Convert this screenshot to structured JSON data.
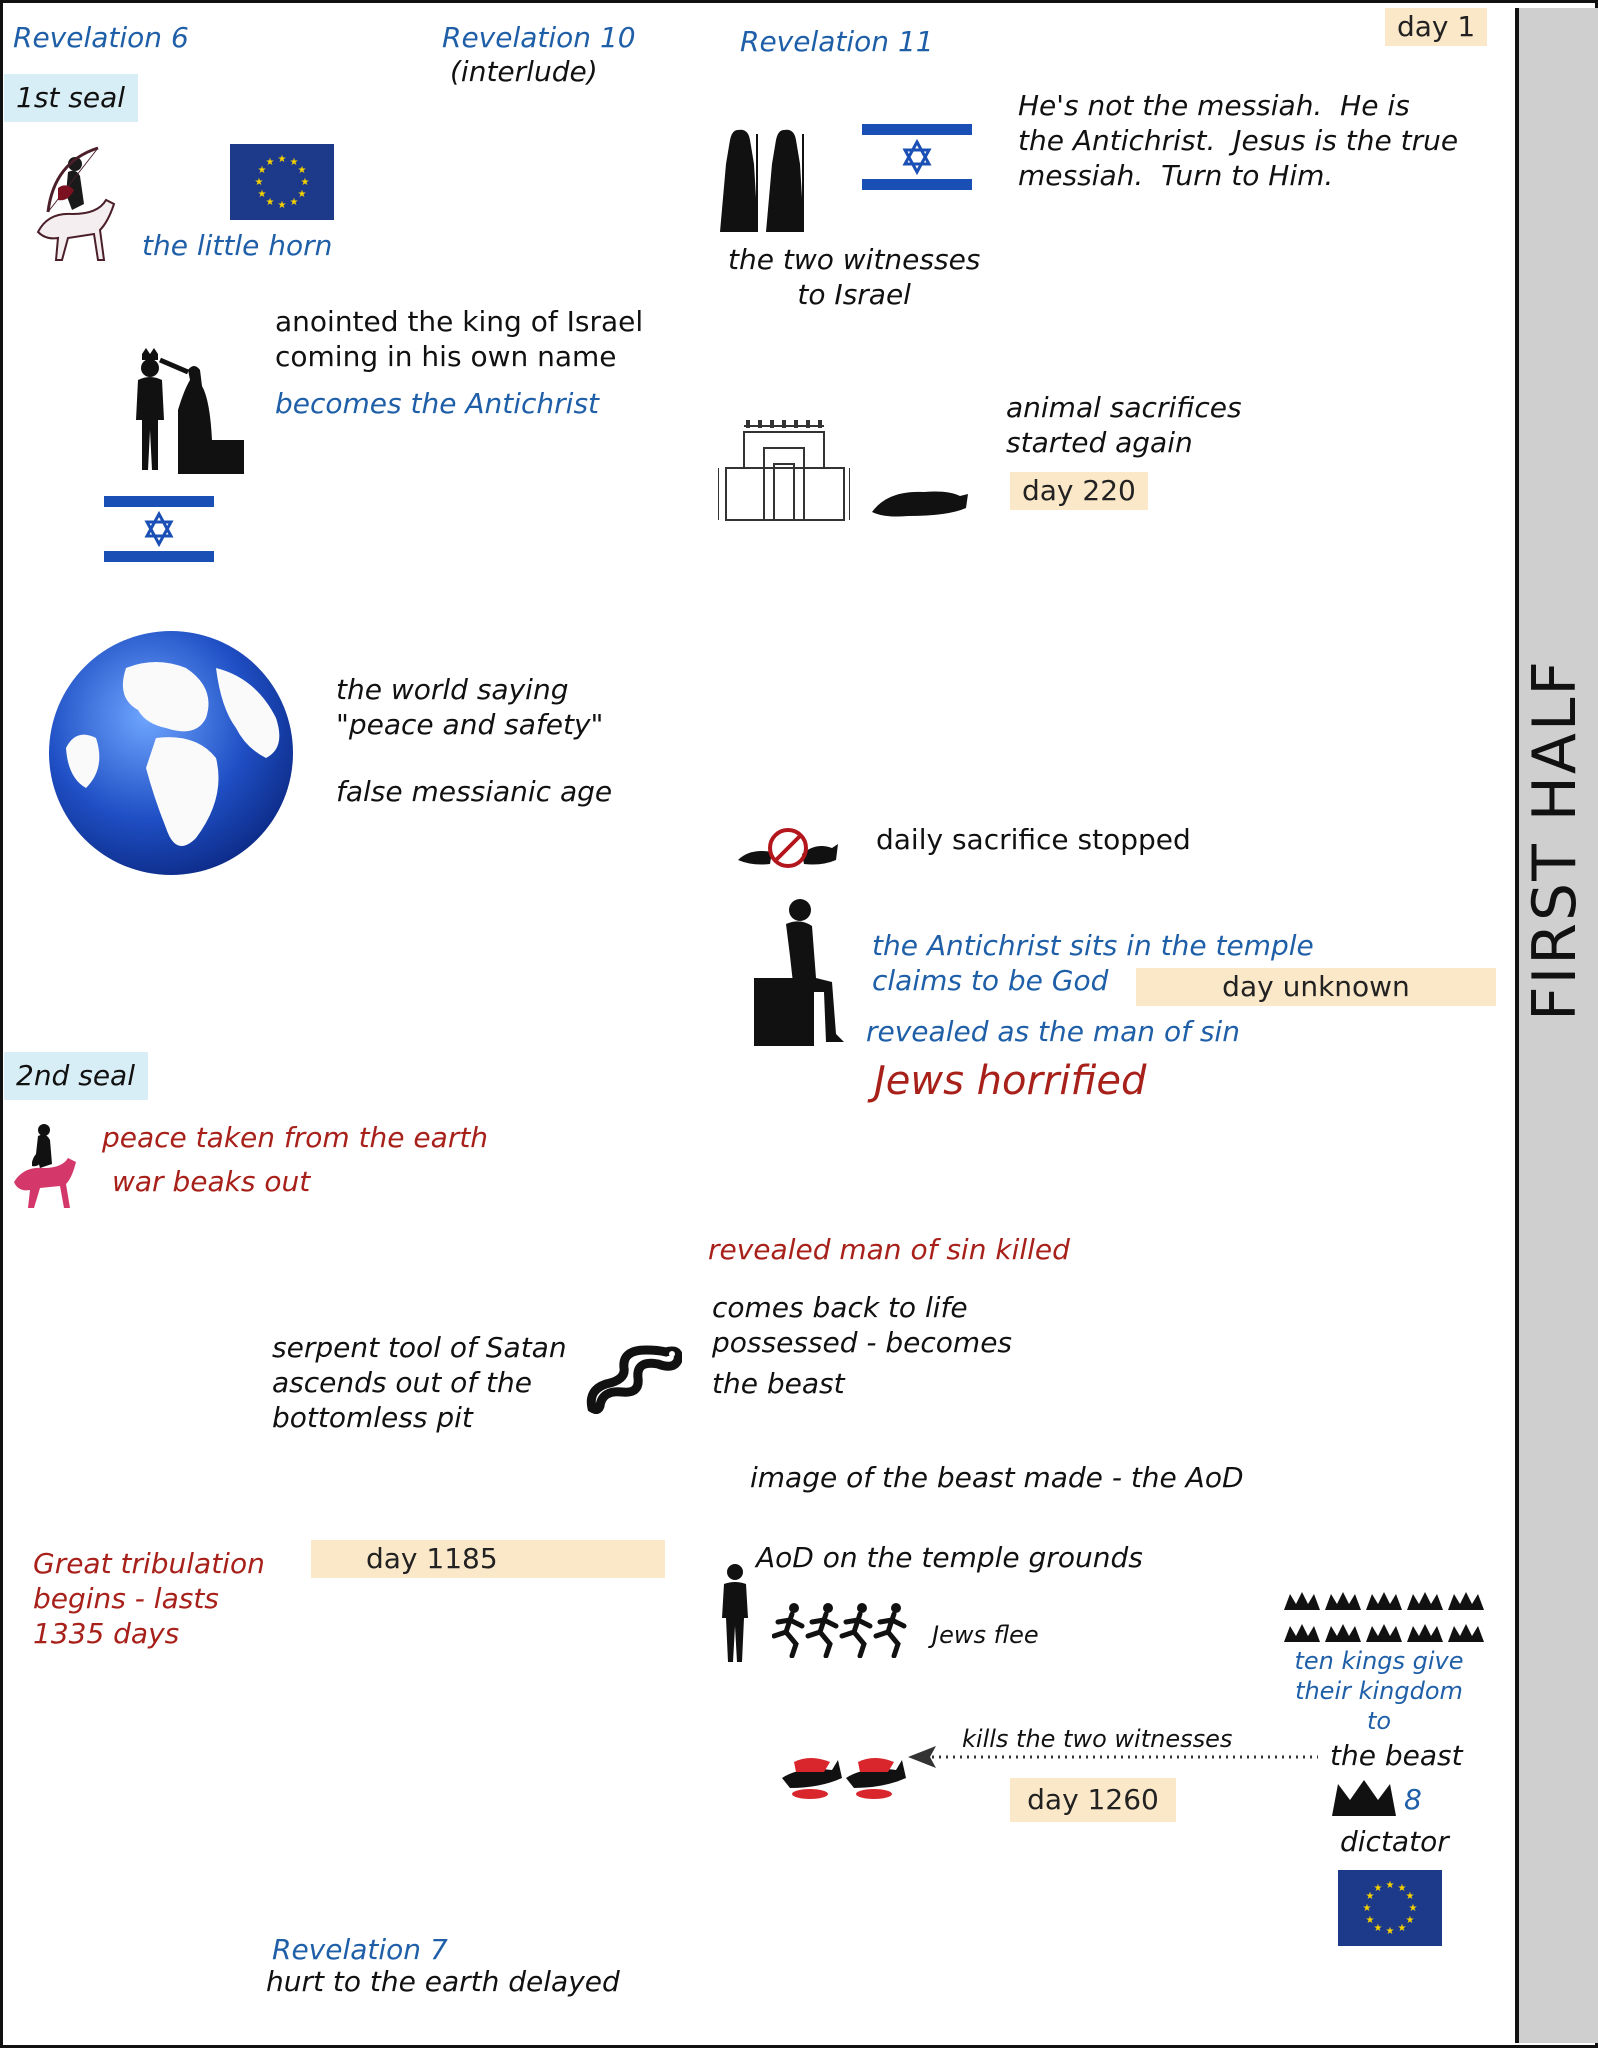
{
  "headers": {
    "rev6": "Revelation 6",
    "rev10": "Revelation 10",
    "interlude": "(interlude)",
    "rev11": "Revelation 11",
    "rev7": "Revelation 7"
  },
  "sidebar": {
    "label": "FIRST HALF"
  },
  "seals": {
    "first": "1st seal",
    "second": "2nd seal"
  },
  "days": {
    "day1": "day 1",
    "day220": "day 220",
    "day_unknown": "day unknown",
    "day1185": "day 1185",
    "day1260": "day 1260"
  },
  "texts": {
    "little_horn": "the little horn",
    "anointed": "anointed the king of Israel\ncoming in his own name",
    "becomes_antichrist": "becomes the Antichrist",
    "world_peace": "the world saying\n\"peace and safety\"",
    "false_messianic": "false messianic age",
    "two_witnesses": "the two witnesses\nto Israel",
    "not_messiah": "He's not the messiah.  He is\nthe Antichrist.  Jesus is the true\nmessiah.  Turn to Him.",
    "animal_sacrifices": "animal sacrifices\nstarted again",
    "daily_stopped": "daily sacrifice stopped",
    "sits_temple": "the Antichrist sits in the temple\nclaims to be God",
    "revealed_man": "revealed as the man of sin",
    "jews_horrified": "Jews horrified",
    "peace_taken": "peace taken from the earth",
    "war_breaks": "war beaks out",
    "man_killed": "revealed man of sin killed",
    "comes_back": "comes back to life\npossessed - becomes",
    "the_beast": "the beast",
    "serpent": "serpent tool of Satan\nascends out of the\nbottomless pit",
    "image_beast": "image of the beast made - the AoD",
    "great_trib": "Great tribulation\nbegins - lasts\n1335 days",
    "aod_temple": "AoD on the temple grounds",
    "jews_flee": "Jews flee",
    "ten_kings": "ten kings give\ntheir kingdom\nto",
    "kills_witnesses": "kills the two witnesses",
    "the_beast2": "the beast",
    "eight": "8",
    "dictator": "dictator",
    "hurt_delayed": "hurt to the earth delayed"
  },
  "colors": {
    "blue": "#1f5fa8",
    "red": "#a8201a",
    "tag_bg": "#fbe8c8",
    "seal_bg": "#d8eef7",
    "eu_blue": "#1d3a8a",
    "eu_star": "#f4d000",
    "israel_blue": "#1a4fb5",
    "pink_horse": "#d4386a"
  },
  "icons": [
    "white-horse-rider-icon",
    "eu-flag-icon",
    "king-anointing-icon",
    "israel-flag-icon",
    "globe-icon",
    "two-witnesses-icon",
    "temple-icon",
    "sacrifice-animal-icon",
    "stopped-sacrifice-icon",
    "seated-man-icon",
    "red-horse-rider-icon",
    "serpent-icon",
    "standing-idol-icon",
    "running-people-icon",
    "crowns-icon",
    "dead-witnesses-icon",
    "crown-icon"
  ]
}
